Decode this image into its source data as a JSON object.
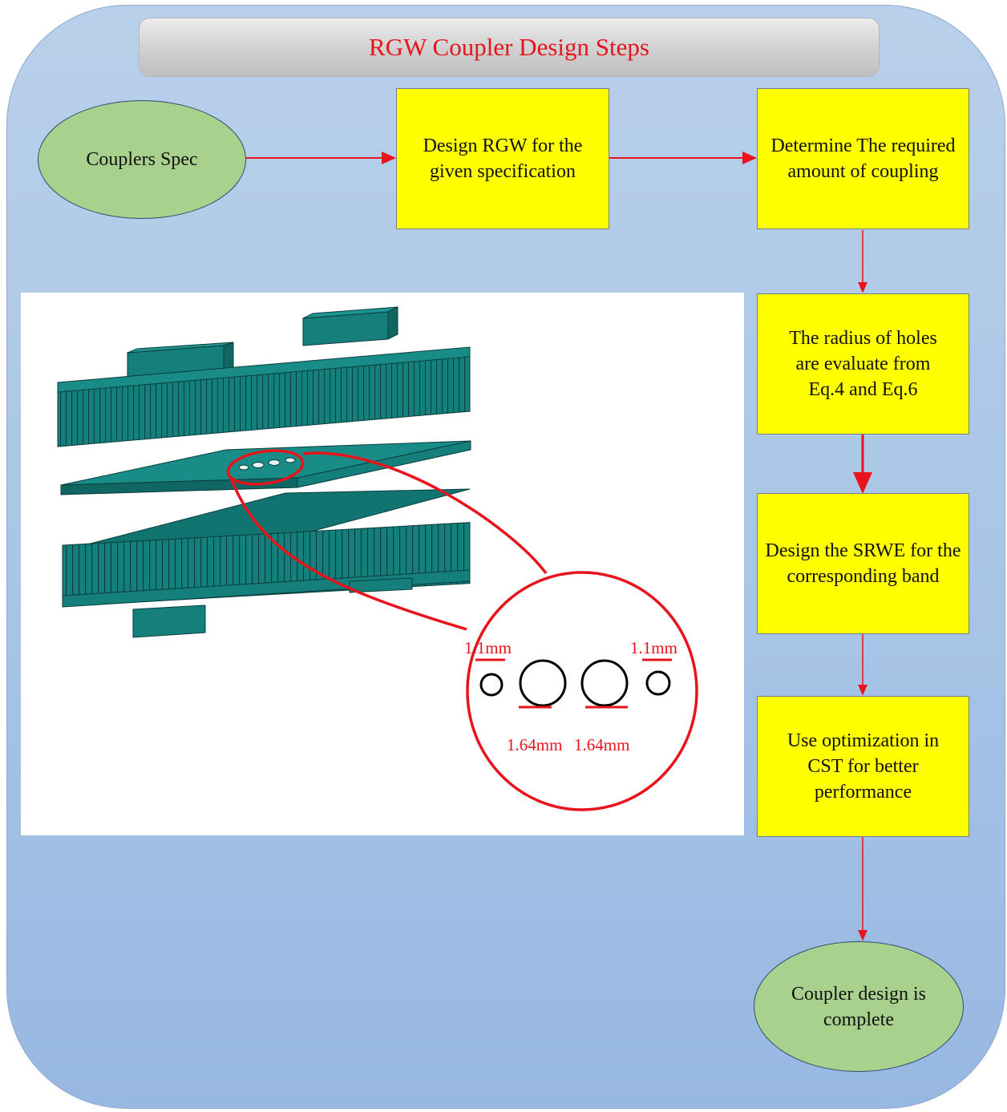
{
  "title": "RGW Coupler Design Steps",
  "nodes": {
    "spec": "Couplers Spec",
    "design_rgw": "Design RGW for the given specification",
    "determine": "Determine The required amount of coupling",
    "radius": "The radius of holes are evaluate from Eq.4 and Eq.6",
    "srwe": "Design the SRWE for the corresponding band",
    "optimize": "Use optimization in CST for better performance",
    "complete": "Coupler design is complete"
  },
  "figure_labels": {
    "small_left": "1.1mm",
    "small_right": "1.1mm",
    "large_left": "1.64mm",
    "large_right": "1.64mm"
  },
  "colors": {
    "title_text": "#e8131b",
    "box_fill": "#ffff00",
    "ellipse_fill": "#a9d18e",
    "arrow": "#e8131b",
    "structure": "#147f7b"
  }
}
